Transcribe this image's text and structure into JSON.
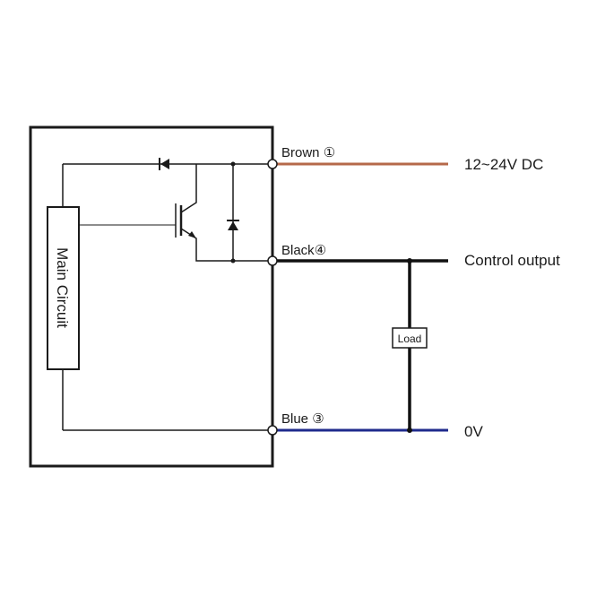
{
  "wires": {
    "brown": {
      "name": "Brown",
      "pin": "①",
      "color": "#b5694a"
    },
    "black": {
      "name": "Black",
      "pin": "④",
      "color": "#111111"
    },
    "blue": {
      "name": "Blue",
      "pin": "③",
      "color": "#1f2a8c"
    }
  },
  "terminals": {
    "supply": "12~24V DC",
    "output": "Control output",
    "ground": "0V"
  },
  "load_label": "Load",
  "main_circuit_label": "Main Circuit"
}
